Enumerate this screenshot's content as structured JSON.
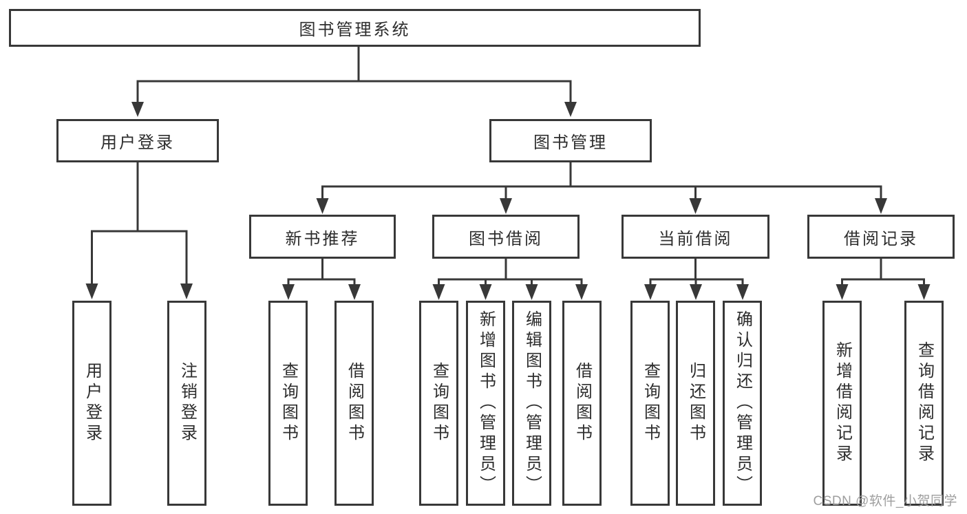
{
  "diagram": {
    "root": {
      "label": "图书管理系统"
    },
    "level2": [
      {
        "label": "用户登录"
      },
      {
        "label": "图书管理"
      }
    ],
    "user_login_children": [
      "用户登录",
      "注销登录"
    ],
    "modules": [
      {
        "label": "新书推荐",
        "children": [
          "查询图书",
          "借阅图书"
        ]
      },
      {
        "label": "图书借阅",
        "children": [
          "查询图书",
          "新增图书（管理员）",
          "编辑图书（管理员）",
          "借阅图书"
        ]
      },
      {
        "label": "当前借阅",
        "children": [
          "查询图书",
          "归还图书",
          "确认归还（管理员）"
        ]
      },
      {
        "label": "借阅记录",
        "children": [
          "新增借阅记录",
          "查询借阅记录"
        ]
      }
    ]
  },
  "watermark": {
    "text": "CSDN @软件_小贺同学",
    "color": "#9e9e9e"
  },
  "colors": {
    "line": "#383838",
    "text": "#2d2d2d",
    "background": "#ffffff"
  }
}
